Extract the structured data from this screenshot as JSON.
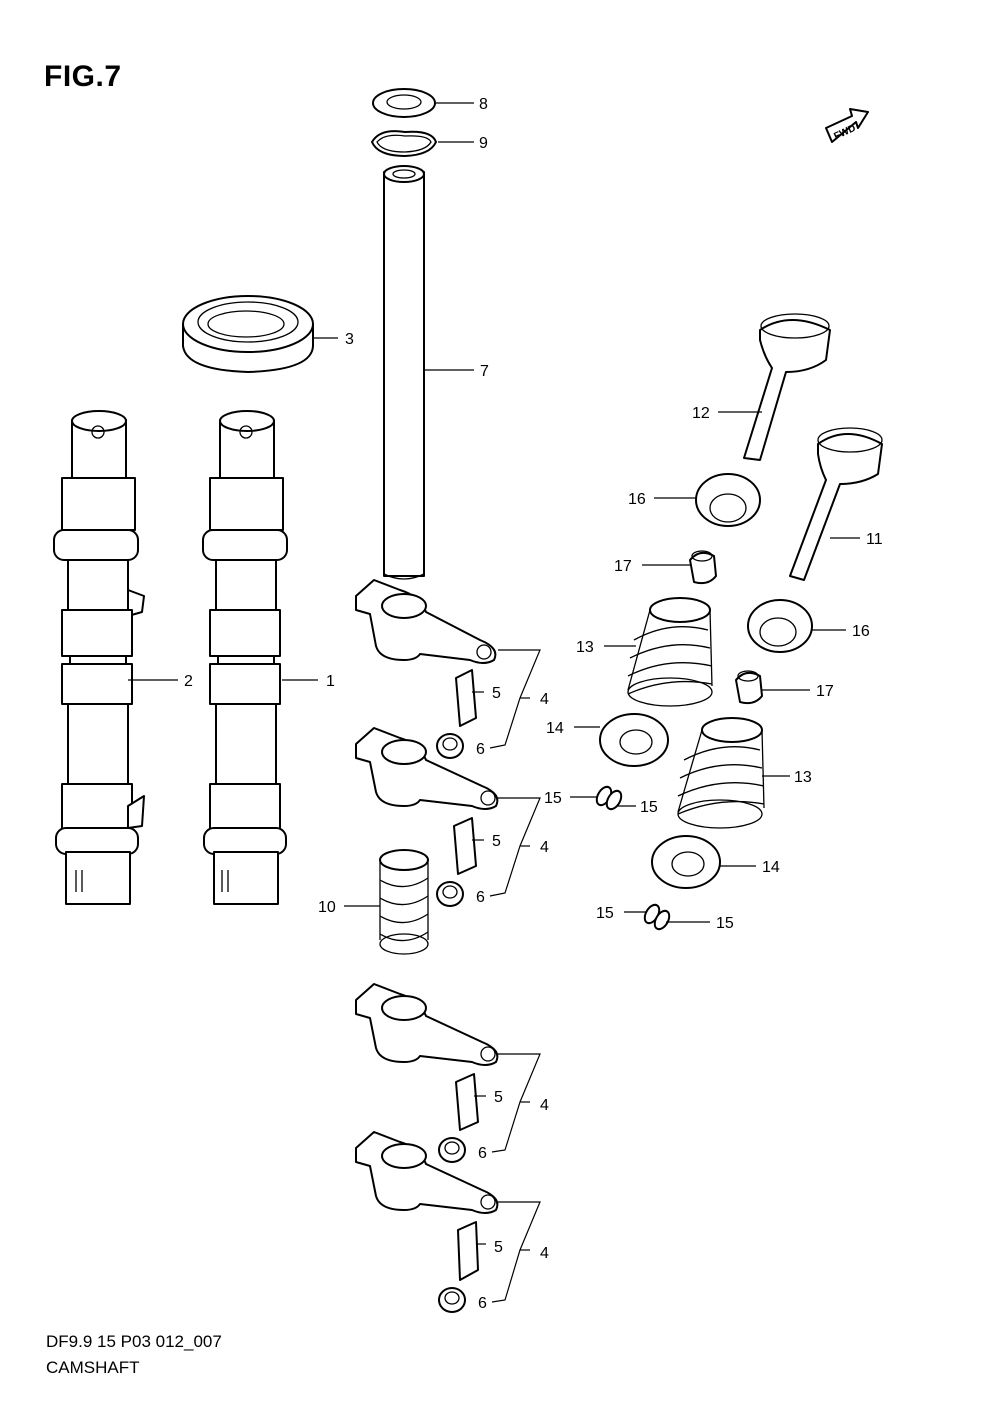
{
  "figure": {
    "title": "FIG.7",
    "drawing_code": "DF9.9 15 P03 012_007",
    "name": "CAMSHAFT",
    "fwd_label": "FWD"
  },
  "callouts": {
    "c1": "1",
    "c2": "2",
    "c3": "3",
    "c7": "7",
    "c8": "8",
    "c9": "9",
    "c10": "10",
    "c11": "11",
    "c12": "12",
    "c13a": "13",
    "c13b": "13",
    "c14a": "14",
    "c14b": "14",
    "c15a": "15",
    "c15b": "15",
    "c15c": "15",
    "c15d": "15",
    "c16a": "16",
    "c16b": "16",
    "c17a": "17",
    "c17b": "17",
    "g1_4": "4",
    "g1_5": "5",
    "g1_6": "6",
    "g2_4": "4",
    "g2_5": "5",
    "g2_6": "6",
    "g3_4": "4",
    "g3_5": "5",
    "g3_6": "6",
    "g4_4": "4",
    "g4_5": "5",
    "g4_6": "6"
  }
}
